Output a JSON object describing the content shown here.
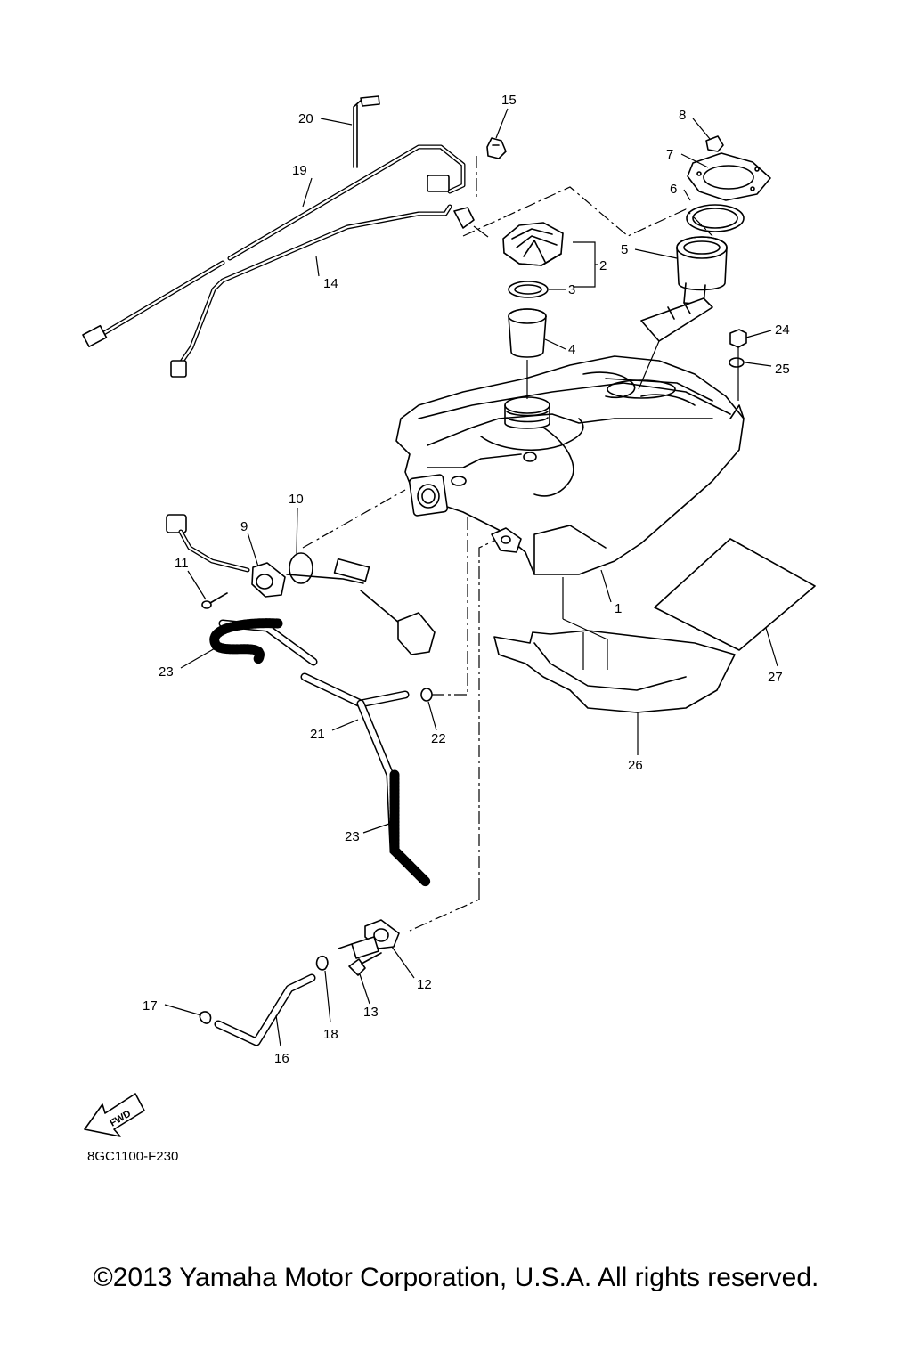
{
  "callouts": [
    "1",
    "2",
    "3",
    "4",
    "5",
    "6",
    "7",
    "8",
    "9",
    "10",
    "11",
    "12",
    "13",
    "14",
    "15",
    "16",
    "17",
    "18",
    "19",
    "20",
    "21",
    "22",
    "23",
    "24",
    "25",
    "26",
    "27"
  ],
  "fwd_label": "FWD",
  "diagram_code": "8GC1100-F230",
  "copyright": "©2013 Yamaha Motor Corporation, U.S.A. All rights reserved."
}
